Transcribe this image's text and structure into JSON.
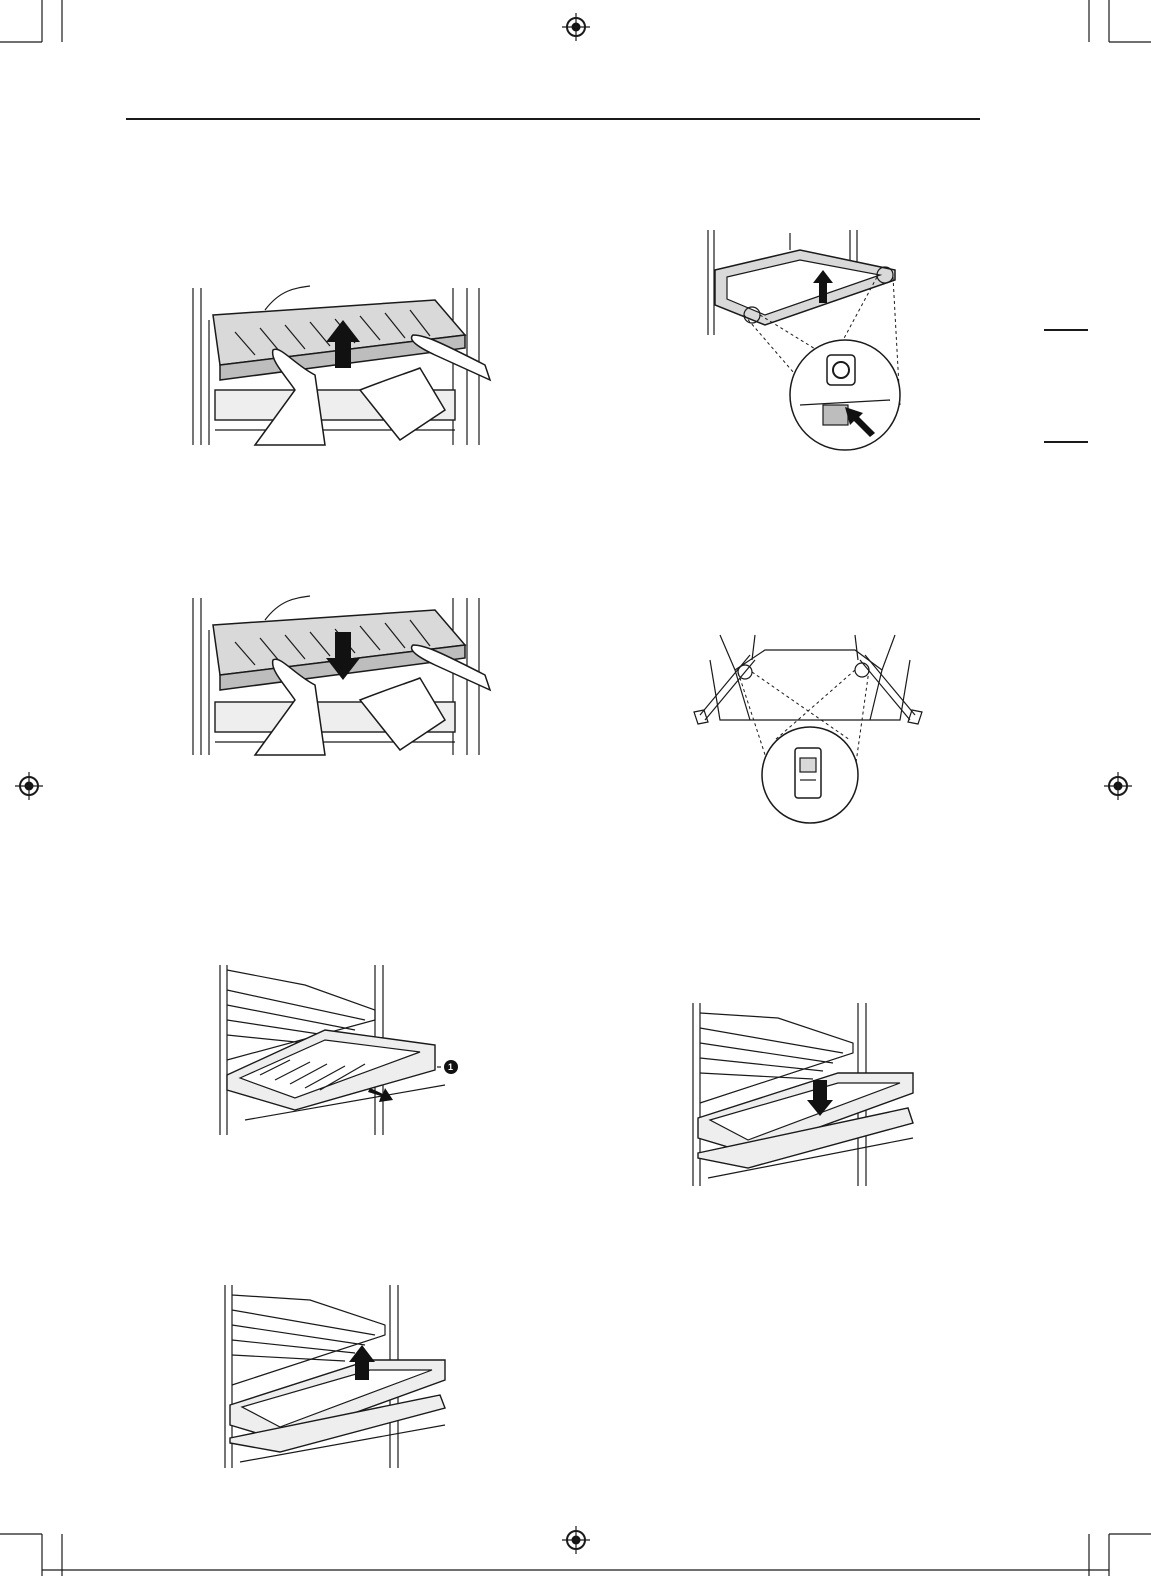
{
  "callouts": {
    "tray_marker": "1"
  },
  "icons": {
    "registration_mark": "crosshair-circle",
    "arrow_up": "arrow-up",
    "arrow_down": "arrow-down",
    "arrow_diagonal": "arrow-diagonal"
  },
  "colors": {
    "ink": "#1a1a1a",
    "shelf_fill": "#d9d9d9",
    "background": "#ffffff"
  }
}
